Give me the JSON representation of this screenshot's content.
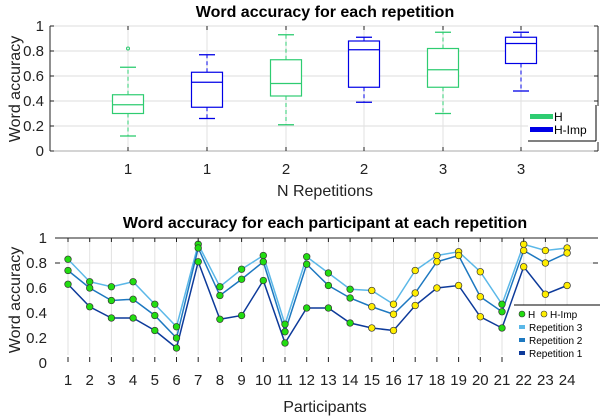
{
  "chart_data": [
    {
      "type": "box",
      "title": "Word accuracy for each repetition",
      "xlabel": "N Repetitions",
      "ylabel": "Word accuracy",
      "ylim": [
        0,
        1
      ],
      "yticks": [
        "0",
        "0.2",
        "0.4",
        "0.6",
        "0.8",
        "1"
      ],
      "categories": [
        "1",
        "1",
        "2",
        "2",
        "3",
        "3"
      ],
      "grid": true,
      "legend": {
        "position": "bottom-right",
        "entries": [
          {
            "label": "H",
            "color": "#22c55e"
          },
          {
            "label": "H-Imp",
            "color": "#0000ee"
          }
        ]
      },
      "boxes": [
        {
          "category": "1",
          "group": "H",
          "whisker_low": 0.12,
          "q1": 0.3,
          "median": 0.37,
          "q3": 0.45,
          "whisker_high": 0.67,
          "outliers": [
            0.82
          ]
        },
        {
          "category": "1",
          "group": "H-Imp",
          "whisker_low": 0.26,
          "q1": 0.35,
          "median": 0.55,
          "q3": 0.63,
          "whisker_high": 0.77,
          "outliers": []
        },
        {
          "category": "2",
          "group": "H",
          "whisker_low": 0.21,
          "q1": 0.44,
          "median": 0.54,
          "q3": 0.73,
          "whisker_high": 0.93,
          "outliers": []
        },
        {
          "category": "2",
          "group": "H-Imp",
          "whisker_low": 0.39,
          "q1": 0.51,
          "median": 0.81,
          "q3": 0.88,
          "whisker_high": 0.91,
          "outliers": []
        },
        {
          "category": "3",
          "group": "H",
          "whisker_low": 0.3,
          "q1": 0.51,
          "median": 0.65,
          "q3": 0.82,
          "whisker_high": 0.95,
          "outliers": []
        },
        {
          "category": "3",
          "group": "H-Imp",
          "whisker_low": 0.48,
          "q1": 0.7,
          "median": 0.86,
          "q3": 0.91,
          "whisker_high": 0.95,
          "outliers": []
        }
      ]
    },
    {
      "type": "line",
      "title": "Word accuracy for each participant at each repetition",
      "xlabel": "Participants",
      "ylabel": "Word accuracy",
      "ylim": [
        0,
        1
      ],
      "yticks": [
        "0",
        "0.2",
        "0.4",
        "0.6",
        "0.8",
        "1"
      ],
      "x": [
        "1",
        "2",
        "3",
        "4",
        "5",
        "6",
        "7",
        "8",
        "9",
        "10",
        "11",
        "12",
        "13",
        "14",
        "15",
        "16",
        "17",
        "18",
        "19",
        "20",
        "21",
        "22",
        "23",
        "24"
      ],
      "grid": true,
      "group": [
        "H",
        "H",
        "H",
        "H",
        "H",
        "H",
        "H",
        "H",
        "H",
        "H",
        "H",
        "H",
        "H",
        "H",
        "H-Imp",
        "H-Imp",
        "H-Imp",
        "H-Imp",
        "H-Imp",
        "H-Imp",
        "H",
        "H-Imp",
        "H-Imp",
        "H-Imp"
      ],
      "legend": {
        "position": "bottom-right",
        "entries": [
          {
            "label": "H",
            "marker_color": "#22dd11"
          },
          {
            "label": "H-Imp",
            "marker_color": "#ffee00"
          },
          {
            "label": "Repetition 3",
            "color": "#5bb8e8"
          },
          {
            "label": "Repetition 2",
            "color": "#1d78c0"
          },
          {
            "label": "Repetition 1",
            "color": "#0d3a9a"
          }
        ]
      },
      "series": [
        {
          "name": "Repetition 3",
          "color": "#5bb8e8",
          "values": [
            0.83,
            0.65,
            0.61,
            0.65,
            0.47,
            0.29,
            0.95,
            0.61,
            0.75,
            0.86,
            0.31,
            0.85,
            0.72,
            0.59,
            0.58,
            0.47,
            0.74,
            0.86,
            0.89,
            0.73,
            0.47,
            0.95,
            0.9,
            0.92
          ]
        },
        {
          "name": "Repetition 2",
          "color": "#1d78c0",
          "values": [
            0.74,
            0.6,
            0.5,
            0.51,
            0.38,
            0.2,
            0.92,
            0.54,
            0.67,
            0.81,
            0.25,
            0.79,
            0.62,
            0.52,
            0.45,
            0.39,
            0.56,
            0.81,
            0.86,
            0.53,
            0.41,
            0.9,
            0.8,
            0.88
          ]
        },
        {
          "name": "Repetition 1",
          "color": "#0d3a9a",
          "values": [
            0.63,
            0.45,
            0.36,
            0.36,
            0.26,
            0.12,
            0.81,
            0.35,
            0.38,
            0.66,
            0.16,
            0.44,
            0.44,
            0.32,
            0.28,
            0.26,
            0.46,
            0.6,
            0.62,
            0.37,
            0.28,
            0.77,
            0.55,
            0.62
          ]
        }
      ]
    }
  ],
  "colors": {
    "H": "#2ecc71",
    "H_Imp": "#0000e6",
    "H_marker": "#22dd11",
    "H_Imp_marker": "#ffee00"
  }
}
